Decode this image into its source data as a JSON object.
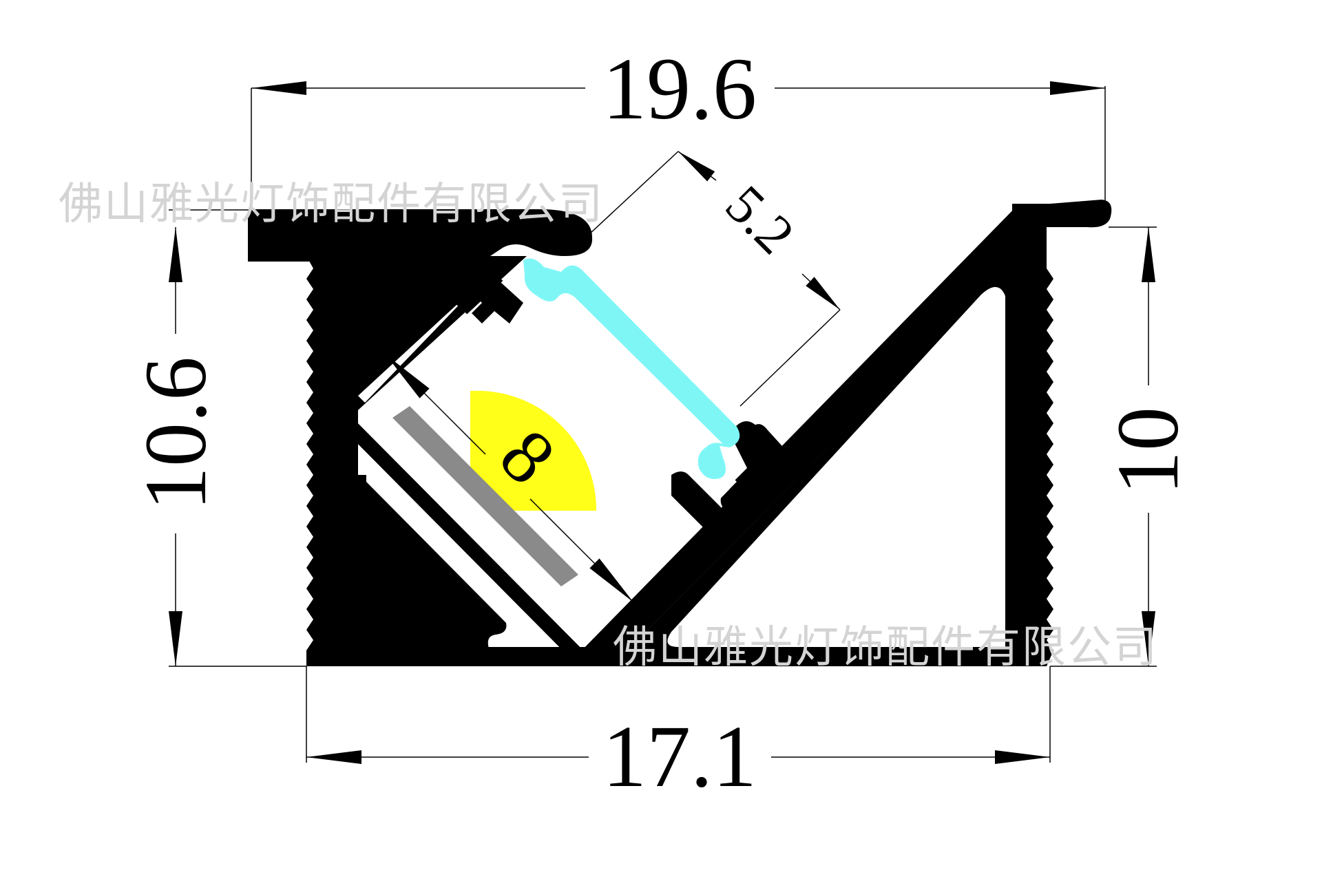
{
  "drawing": {
    "dimensions": {
      "top_width": "19.6",
      "bottom_width": "17.1",
      "left_height": "10.6",
      "right_height": "10",
      "lens_depth": "5.2",
      "led_strip_width": "8"
    },
    "watermarks": [
      "佛山雅光灯饰配件有限公司",
      "佛山雅光灯饰配件有限公司"
    ],
    "colors": {
      "profile": "#000000",
      "diffuser": "#7ff6f6",
      "led_chip": "#ffff1a",
      "led_strip": "#8a8a8a",
      "dimension_line": "#000000",
      "watermark": "#d4d4d4"
    }
  }
}
